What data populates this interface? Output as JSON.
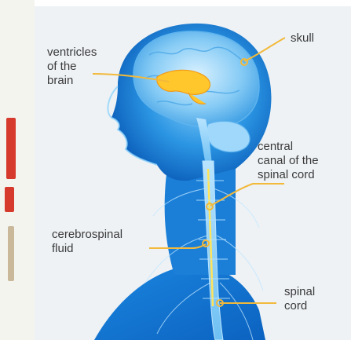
{
  "labels": {
    "ventricles": "ventricles\nof the\nbrain",
    "skull": "skull",
    "central_canal": "central\ncanal of the\nspinal cord",
    "csf": "cerebrospinal\nfluid",
    "spinal_cord": "spinal\ncord"
  },
  "colors": {
    "panel_bg": "#eef2f5",
    "body_blue": "#1d7fd6",
    "body_light": "#7cc6f4",
    "ventricle_yellow": "#ffc72c",
    "canal_yellow": "#ffe45a",
    "leader_yellow": "#f2b93b",
    "edge_red": "#d63a2c"
  }
}
